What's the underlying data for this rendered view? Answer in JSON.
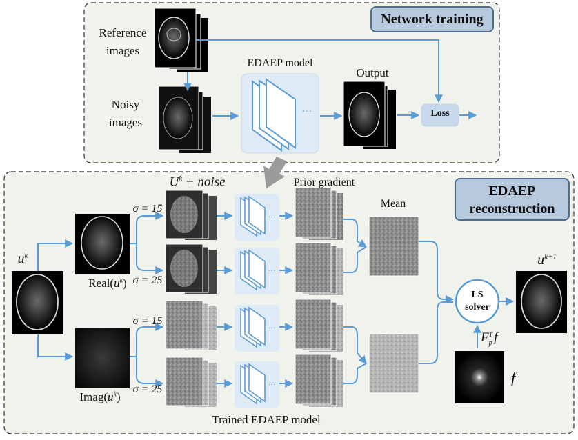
{
  "panels": {
    "top_title": "Network training",
    "bottom_title_line1": "EDAEP",
    "bottom_title_line2": "reconstruction"
  },
  "training": {
    "reference_line1": "Reference",
    "reference_line2": "images",
    "noisy_line1": "Noisy",
    "noisy_line2": "images",
    "model_label": "EDAEP model",
    "output_label": "Output",
    "loss_label": "Loss"
  },
  "reconstruction": {
    "input_symbol": "u",
    "input_sup": "k",
    "noise_label_main": "U",
    "noise_label_sup": "k",
    "noise_label_rest": " + noise",
    "prior_gradient_label": "Prior gradient",
    "mean_label": "Mean",
    "real_label_prefix": "Real(",
    "real_label_var": "u",
    "real_label_sup": "k",
    "real_label_suffix": ")",
    "imag_label_prefix": "Imag(",
    "imag_label_var": "u",
    "imag_label_sup": "k",
    "imag_label_suffix": ")",
    "sigma_15": "σ = 15",
    "sigma_25": "σ = 25",
    "ls_solver_line1": "LS",
    "ls_solver_line2": "solver",
    "output_symbol": "u",
    "output_sup": "k+1",
    "fpt_main": "F",
    "fpt_sub": "p",
    "fpt_sup": "T",
    "fpt_var": "f",
    "f_symbol": "f",
    "trained_model_label": "Trained EDAEP model"
  },
  "colors": {
    "arrow": "#5b9bd5",
    "panel_fill": "#f0f2ec",
    "title_fill": "#b7c9dc",
    "model_fill": "#deeaf6",
    "loss_fill": "#c6d8ea"
  }
}
